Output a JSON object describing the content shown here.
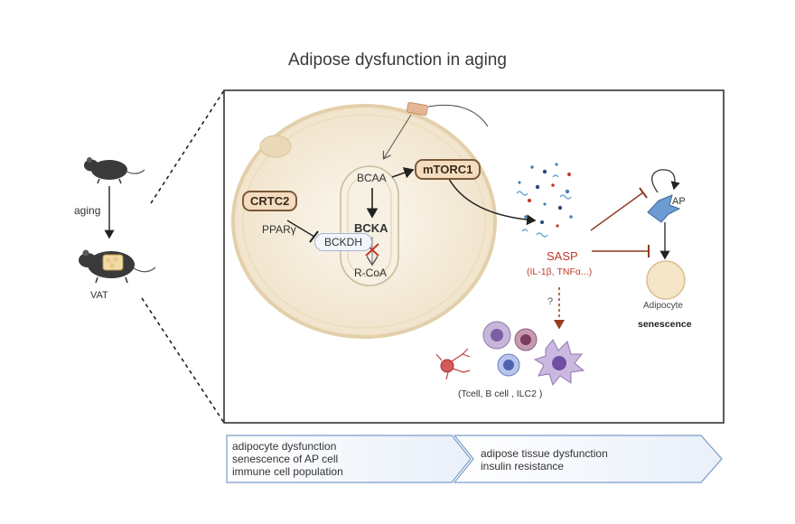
{
  "title": "Adipose dysfunction in aging",
  "mouse": {
    "aging_label": "aging",
    "vat_label": "VAT"
  },
  "cell": {
    "crtc2": "CRTC2",
    "pparg": "PPARγ",
    "bckdh": "BCKDH",
    "bcaa": "BCAA",
    "bcka": "BCKA",
    "rcoa": "R-CoA",
    "mtorc1": "mTORC1"
  },
  "sasp": {
    "label": "SASP",
    "factors": "(IL-1β, TNFα...)",
    "question": "?"
  },
  "ap": {
    "label": "AP",
    "adipocyte": "Adipocyte",
    "senescence": "senescence"
  },
  "immune": {
    "cells_label": "(Tcell, B cell , ILC2 )"
  },
  "summary": {
    "left": [
      "adipocyte dysfunction",
      "senescence of AP cell",
      "immune cell population"
    ],
    "right": [
      "adipose tissue dysfunction",
      "insulin resistance"
    ]
  },
  "colors": {
    "cell_fill": "#f6eedf",
    "pill_fill": "#f3dcc0",
    "sasp_red": "#c0392b",
    "ap_blue": "#4a7fb5",
    "arrow_box": "#eef3fb"
  }
}
